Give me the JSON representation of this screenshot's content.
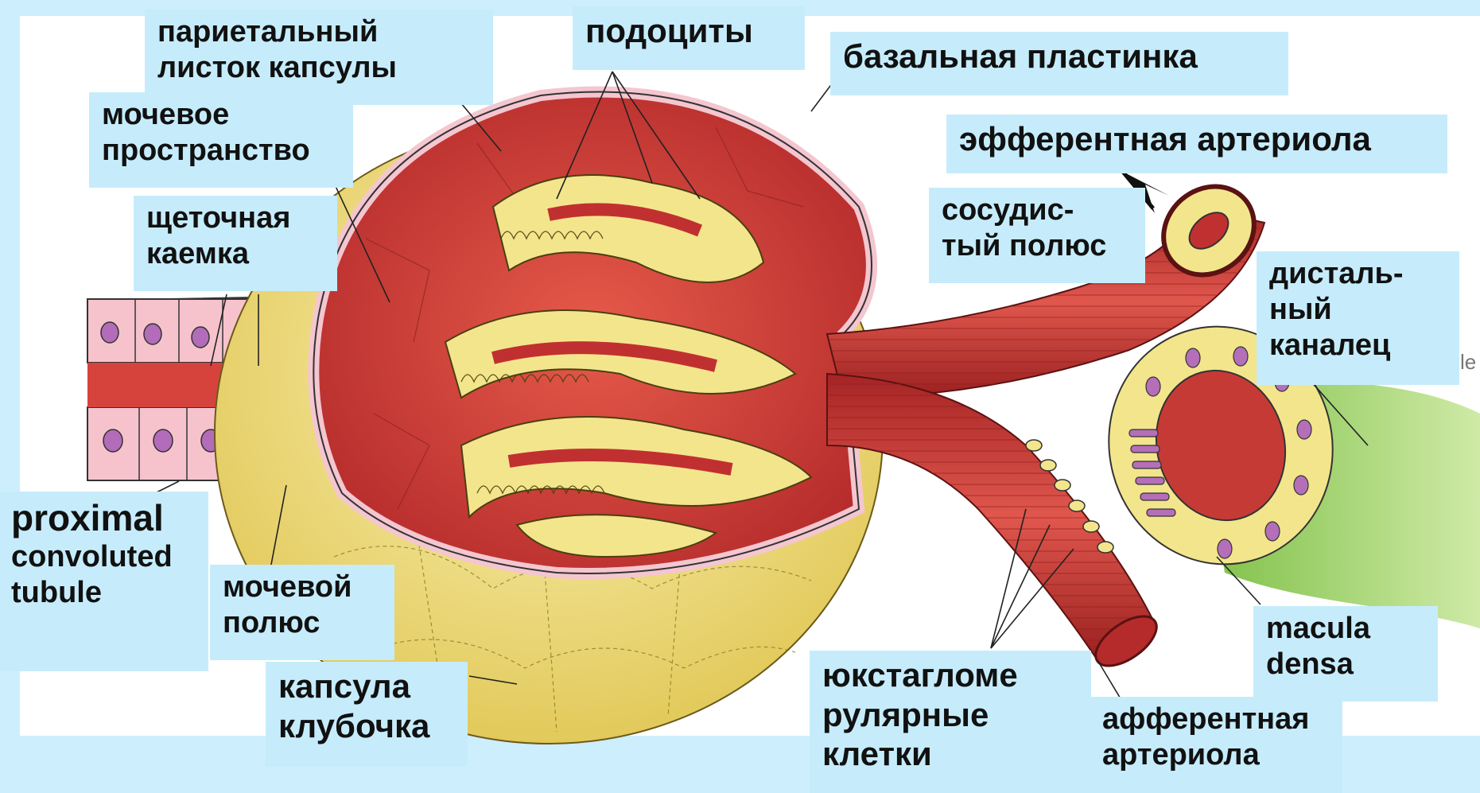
{
  "labels": {
    "parietal": {
      "lines": [
        "париетальный",
        "листок капсулы"
      ]
    },
    "urinary_space": {
      "lines": [
        "мочевое",
        "пространство"
      ]
    },
    "brush_border": {
      "lines": [
        "щеточная",
        "каемка"
      ]
    },
    "podocytes": {
      "lines": [
        "подоциты"
      ]
    },
    "basal_lamina": {
      "lines": [
        "базальная пластинка"
      ]
    },
    "efferent": {
      "lines": [
        "эфферентная артериола"
      ]
    },
    "vascular_pole": {
      "lines": [
        "сосудис-",
        "тый полюс"
      ]
    },
    "distal": {
      "lines": [
        "дисталь-",
        "ный",
        "каналец"
      ]
    },
    "proximal": {
      "lines": [
        "proximal",
        "convoluted",
        "tubule"
      ]
    },
    "urinary_pole": {
      "lines": [
        "мочевой",
        "полюс"
      ]
    },
    "capsule": {
      "lines": [
        "капсула",
        "клубочка"
      ]
    },
    "juxtaglomerular": {
      "lines": [
        "юкстагломе",
        "рулярные",
        "клетки"
      ]
    },
    "macula": {
      "lines": [
        "macula",
        "densa"
      ]
    },
    "afferent": {
      "lines": [
        "афферентная",
        "артериола"
      ]
    }
  },
  "stray_text": [
    "le"
  ],
  "colors": {
    "background": "#cdeefc",
    "label_bg": "#c6ecfb",
    "capsule_yellow": "#f2e48c",
    "vessel_red": "#c23a3a",
    "tubule_pink": "#f5c5cf",
    "nucleus_purple": "#b46fb8",
    "distal_green": "#9fd06a"
  }
}
